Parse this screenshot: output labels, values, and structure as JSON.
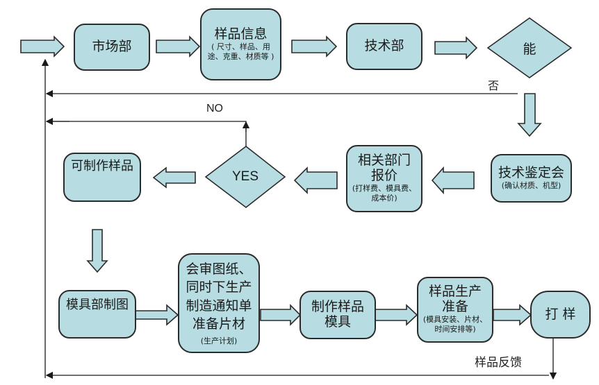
{
  "diagram": {
    "colors": {
      "fill": "#b7dde2",
      "stroke": "#2b2b2b",
      "line": "#1a1a1a"
    },
    "nodes": {
      "market": {
        "title": "市场部"
      },
      "sample_info": {
        "title": "样品信息",
        "detail": "( 尺寸、样品、用途、克重、材质等 )"
      },
      "tech_dept": {
        "title": "技术部"
      },
      "can_decision": {
        "title": "能"
      },
      "tech_review": {
        "title": "技术鉴定会",
        "detail": "(确认材质、机型)"
      },
      "quote": {
        "title": "相关部门报价",
        "detail": "(打样费、模具费、成本价)"
      },
      "yes_decision": {
        "title": "YES"
      },
      "can_make": {
        "title": "可制作样品"
      },
      "mold_drawing": {
        "title": "模具部制图"
      },
      "review_drawings": {
        "title": "会审图纸、同时下生产制造通知单准备片材",
        "detail": "(生产计划)"
      },
      "make_mold": {
        "title": "制作样品模具"
      },
      "prep": {
        "title": "样品生产准备",
        "detail": "(模具安装、片材、时间安排等)"
      },
      "proof": {
        "title": "打 样"
      }
    },
    "edge_labels": {
      "no_cn": "否",
      "no_en": "NO",
      "feedback": "样品反馈"
    }
  }
}
